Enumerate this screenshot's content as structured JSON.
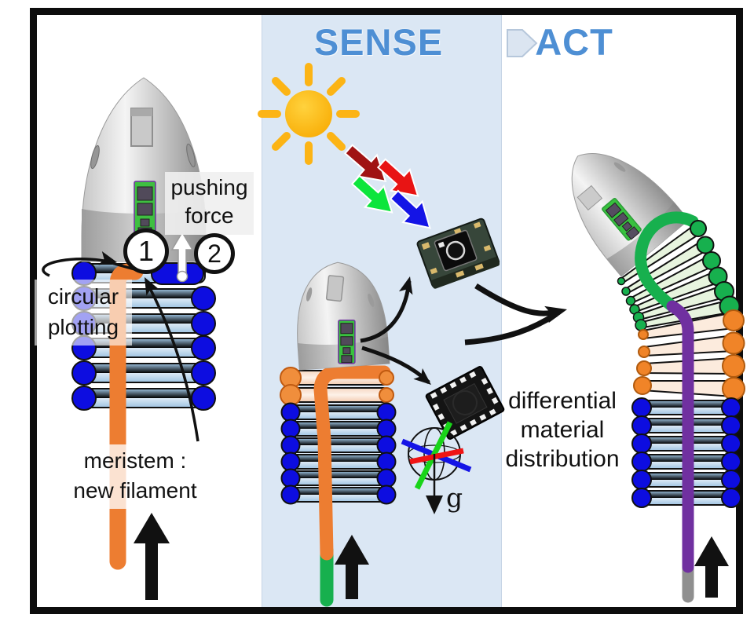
{
  "figure": {
    "header": {
      "sense": "SENSE",
      "act": "ACT"
    },
    "left": {
      "pushing_force": [
        "pushing",
        "force"
      ],
      "step_1": "1",
      "step_2": "2",
      "circular_plotting": [
        "circular",
        "plotting"
      ],
      "meristem": [
        "meristem :",
        "new filament"
      ]
    },
    "middle": {
      "gravity": "g"
    },
    "right": {
      "differential": [
        "differential",
        "material",
        "distribution"
      ]
    }
  },
  "icons": {
    "sun": "sun-icon",
    "sunlight_rays": [
      "dark-red-light-arrow",
      "red-light-arrow",
      "green-light-arrow",
      "blue-light-arrow"
    ],
    "light_sensor": "light-sensor-chip-icon",
    "imu": "imu-chip-icon",
    "gravity_sphere": "gravity-sphere-icon",
    "growth_arrows": "black-up-arrow-icon",
    "flow": "curved-arrow-icon",
    "next_step": "chevron-right-icon"
  },
  "palette": {
    "panel_blue": "#dbe7f4",
    "title_blue": "#4e8fd4",
    "coil_blue": "#0d0de0",
    "band_blue": "#bdd7ee",
    "filament_orange": "#ed7d31",
    "band_peach": "#fcebdd",
    "coil_green": "#17b04e",
    "band_green": "#e7f4de",
    "filament_purple": "#7030a0",
    "filament_gray": "#8f8f8f",
    "sun_yellow": "#fcb415",
    "ray_red": "#e81414",
    "ray_dark_red": "#a01313",
    "ray_green": "#0ce53c",
    "ray_blue": "#1414e6"
  }
}
